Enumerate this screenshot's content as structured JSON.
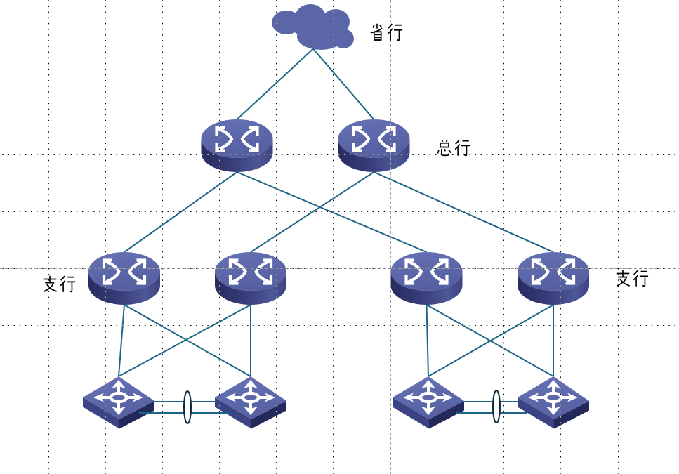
{
  "canvas": {
    "background": "#ffffff",
    "grid_visible": true,
    "guides_visible": true
  },
  "colors": {
    "device_face": "#5b66a8",
    "device_face_light": "#6672b4",
    "device_face_shade": "#555fa2",
    "device_side_dark": "#292c5f",
    "device_side_mid": "#363b77",
    "device_side_light": "#4e5797",
    "device_side_edge": "#3c4381",
    "switch_side_left": "#3b4384",
    "switch_side_right": "#24285a",
    "device_glyph": "#ffffff",
    "link": "#1d6586",
    "bundle_outline": "#0a2a3a",
    "bundle_fill": "#ffffff",
    "label_text": "#000000",
    "grid_dot": "#000000",
    "guide": "#a0a0a0"
  },
  "labels": [
    {
      "id": "label-province",
      "text": "省行"
    },
    {
      "id": "label-head-office",
      "text": "总行"
    },
    {
      "id": "label-branch-left",
      "text": "支行"
    },
    {
      "id": "label-branch-right",
      "text": "支行"
    }
  ],
  "nodes": [
    {
      "id": "cloud-province",
      "type": "cloud",
      "icon": "cloud-icon"
    },
    {
      "id": "router-hq-left",
      "type": "router",
      "icon": "router-icon"
    },
    {
      "id": "router-hq-right",
      "type": "router",
      "icon": "router-icon"
    },
    {
      "id": "router-branch-1",
      "type": "router",
      "icon": "router-icon"
    },
    {
      "id": "router-branch-2",
      "type": "router",
      "icon": "router-icon"
    },
    {
      "id": "router-branch-3",
      "type": "router",
      "icon": "router-icon"
    },
    {
      "id": "router-branch-4",
      "type": "router",
      "icon": "router-icon"
    },
    {
      "id": "switch-1",
      "type": "switch",
      "icon": "switch-icon"
    },
    {
      "id": "switch-2",
      "type": "switch",
      "icon": "switch-icon"
    },
    {
      "id": "switch-3",
      "type": "switch",
      "icon": "switch-icon"
    },
    {
      "id": "switch-4",
      "type": "switch",
      "icon": "switch-icon"
    }
  ],
  "links": [
    {
      "from": "cloud-province",
      "to": "router-hq-left"
    },
    {
      "from": "cloud-province",
      "to": "router-hq-right"
    },
    {
      "from": "router-hq-left",
      "to": "router-branch-1"
    },
    {
      "from": "router-hq-left",
      "to": "router-branch-3"
    },
    {
      "from": "router-hq-right",
      "to": "router-branch-2"
    },
    {
      "from": "router-hq-right",
      "to": "router-branch-4"
    },
    {
      "from": "router-branch-1",
      "to": "switch-1"
    },
    {
      "from": "router-branch-1",
      "to": "switch-2"
    },
    {
      "from": "router-branch-2",
      "to": "switch-1"
    },
    {
      "from": "router-branch-2",
      "to": "switch-2"
    },
    {
      "from": "router-branch-3",
      "to": "switch-3"
    },
    {
      "from": "router-branch-3",
      "to": "switch-4"
    },
    {
      "from": "router-branch-4",
      "to": "switch-3"
    },
    {
      "from": "router-branch-4",
      "to": "switch-4"
    }
  ],
  "bundles": [
    {
      "id": "bundle-left",
      "between": [
        "switch-1",
        "switch-2"
      ],
      "member_links": 2
    },
    {
      "id": "bundle-right",
      "between": [
        "switch-3",
        "switch-4"
      ],
      "member_links": 2
    }
  ]
}
